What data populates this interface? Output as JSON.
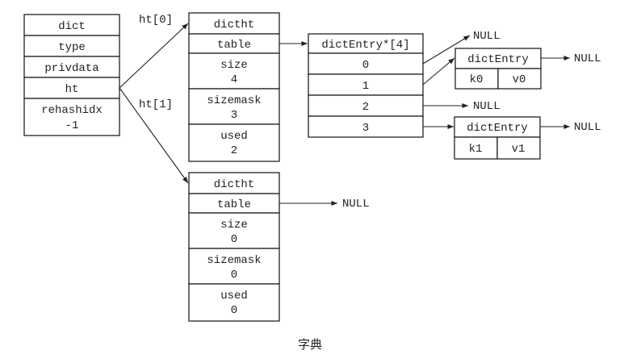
{
  "dict": {
    "header": "dict",
    "fields": [
      "type",
      "privdata",
      "ht"
    ],
    "rehashidx_label": "rehashidx",
    "rehashidx_value": "-1"
  },
  "edge_labels": {
    "ht0": "ht[0]",
    "ht1": "ht[1]"
  },
  "ht0": {
    "header": "dictht",
    "table": "table",
    "size_label": "size",
    "size_value": "4",
    "sizemask_label": "sizemask",
    "sizemask_value": "3",
    "used_label": "used",
    "used_value": "2"
  },
  "ht1": {
    "header": "dictht",
    "table": "table",
    "size_label": "size",
    "size_value": "0",
    "sizemask_label": "sizemask",
    "sizemask_value": "0",
    "used_label": "used",
    "used_value": "0"
  },
  "array": {
    "header": "dictEntry*[4]",
    "indices": [
      "0",
      "1",
      "2",
      "3"
    ]
  },
  "entry_a": {
    "header": "dictEntry",
    "key": "k0",
    "value": "v0"
  },
  "entry_b": {
    "header": "dictEntry",
    "key": "k1",
    "value": "v1"
  },
  "null_text": "NULL",
  "caption": "字典"
}
